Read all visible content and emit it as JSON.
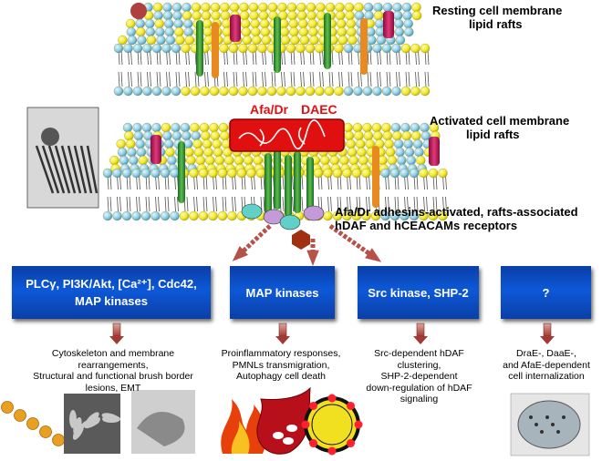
{
  "labels": {
    "resting": [
      "Resting cell membrane",
      "lipid rafts"
    ],
    "activated": [
      "Activated cell membrane",
      "lipid rafts"
    ],
    "receptors": [
      "Afa/Dr adhesins-activated, rafts-associated",
      "hDAF and hCEACAMs receptors"
    ],
    "bacterium_a": "Afa/Dr",
    "bacterium_b": "DAEC"
  },
  "boxes": [
    {
      "line1": "PLCγ, PI3K/Akt, [Ca²⁺], Cdc42,",
      "line2": "MAP kinases"
    },
    {
      "line1": "MAP kinases",
      "line2": ""
    },
    {
      "line1": "Src kinase, SHP-2",
      "line2": ""
    },
    {
      "line1": "?",
      "line2": ""
    }
  ],
  "outcomes": [
    [
      "Cytoskeleton and membrane",
      "rearrangements,",
      "Structural and functional brush border",
      "lesions, EMT"
    ],
    [
      "Proinflammatory responses,",
      "PMNLs transmigration,",
      "Autophagy cell death"
    ],
    [
      "Src-dependent hDAF",
      "clustering,",
      "SHP-2-dependent",
      "down-regulation of hDAF",
      "signaling"
    ],
    [
      "DraE-, DaaE-,",
      "and AfaE-dependent",
      "cell internalization"
    ]
  ],
  "colors": {
    "box_blue": "#0a3fa6",
    "lipid_yellow": "#f2ea2a",
    "lipid_blue": "#8fcde6",
    "receptor_green": "#2e8b3a",
    "receptor_magenta": "#c0145a",
    "daec_red": "#e01010",
    "arrow_brown": "#b5524a"
  },
  "icons": [
    "chain-icon",
    "micrograph-icon",
    "flame-icon",
    "cell-icon",
    "ring-icon",
    "em-cell-icon"
  ]
}
